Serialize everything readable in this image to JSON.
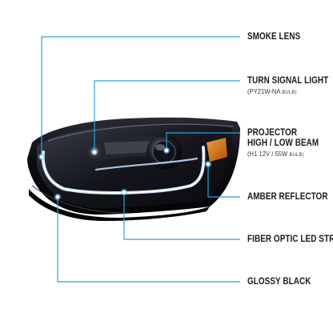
{
  "callouts": {
    "smoke_lens": {
      "title": "SMOKE LENS"
    },
    "turn_signal": {
      "title": "TURN SIGNAL LIGHT",
      "note": "(PY21W-NA",
      "note_small": "BULB)"
    },
    "projector": {
      "title_1": "PROJECTOR",
      "title_2": "HIGH / LOW BEAM",
      "note": "(H1 12V / 55W",
      "note_small": "BULB)"
    },
    "amber_reflector": {
      "title": "AMBER REFLECTOR"
    },
    "fiber_optic": {
      "title": "FIBER OPTIC LED STRIP"
    },
    "glossy_black": {
      "title": "GLOSSY BLACK"
    }
  },
  "colors": {
    "leader_line": "#2aa3d8",
    "housing": "#0b0b10",
    "led_strip": "#e9f4ff",
    "amber": "#d9790f"
  },
  "icons": [
    "headlight-product-image"
  ]
}
